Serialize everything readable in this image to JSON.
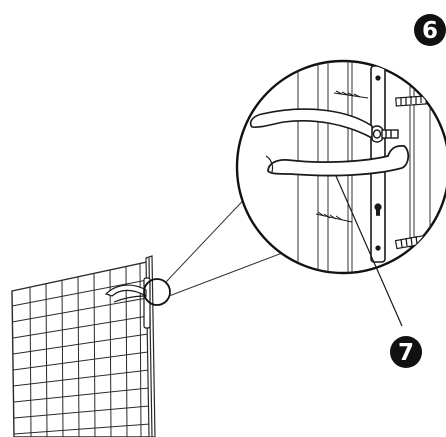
{
  "callouts": [
    {
      "label": "6",
      "target": "wall-plugs-and-screws"
    },
    {
      "label": "7",
      "target": "door-handle"
    }
  ],
  "colors": {
    "line": "#1a1a1a",
    "background": "#ffffff",
    "badge": "#111111",
    "badge_text": "#ffffff"
  },
  "icons": [
    "gate-panel-mesh",
    "gate-post",
    "door-handle",
    "wall-plug",
    "screw",
    "magnifier-circle"
  ]
}
